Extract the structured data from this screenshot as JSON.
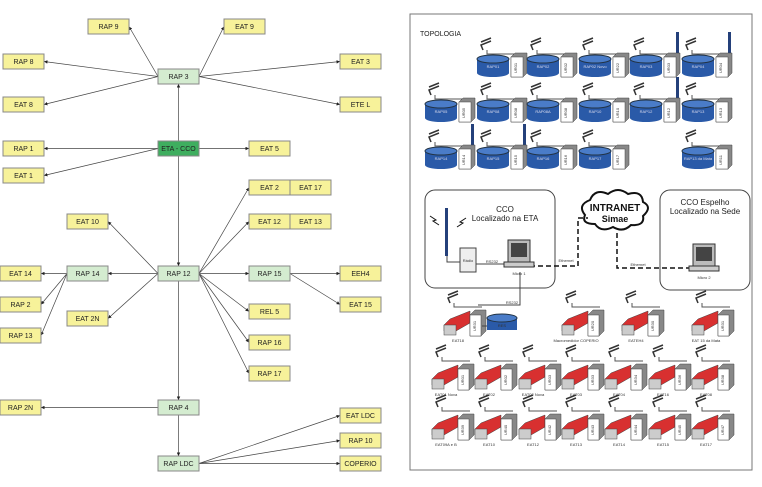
{
  "colors": {
    "leaf": "#f7f29a",
    "hub": "#d4ecd0",
    "root": "#3fae5f",
    "tank": "#2a5aa8",
    "roof": "#d83030"
  },
  "hierarchy": {
    "nodes": [
      {
        "id": "rap9",
        "label": "RAP 9",
        "kind": "leaf"
      },
      {
        "id": "eat9",
        "label": "EAT 9",
        "kind": "leaf"
      },
      {
        "id": "rap8",
        "label": "RAP 8",
        "kind": "leaf"
      },
      {
        "id": "rap3",
        "label": "RAP 3",
        "kind": "hub"
      },
      {
        "id": "eat3",
        "label": "EAT 3",
        "kind": "leaf"
      },
      {
        "id": "eat8",
        "label": "EAT 8",
        "kind": "leaf"
      },
      {
        "id": "etel",
        "label": "ETE L",
        "kind": "leaf"
      },
      {
        "id": "rap1",
        "label": "RAP 1",
        "kind": "leaf"
      },
      {
        "id": "etacco",
        "label": "ETA - CCO",
        "kind": "root"
      },
      {
        "id": "eat5",
        "label": "EAT 5",
        "kind": "leaf"
      },
      {
        "id": "eat1",
        "label": "EAT 1",
        "kind": "leaf"
      },
      {
        "id": "eat2",
        "label": "EAT 2",
        "kind": "leaf"
      },
      {
        "id": "eat17",
        "label": "EAT 17",
        "kind": "leaf"
      },
      {
        "id": "eat10",
        "label": "EAT 10",
        "kind": "leaf"
      },
      {
        "id": "eat12",
        "label": "EAT 12",
        "kind": "leaf"
      },
      {
        "id": "eat13",
        "label": "EAT 13",
        "kind": "leaf"
      },
      {
        "id": "eat14",
        "label": "EAT 14",
        "kind": "leaf"
      },
      {
        "id": "rap14",
        "label": "RAP 14",
        "kind": "hub"
      },
      {
        "id": "rap12",
        "label": "RAP 12",
        "kind": "hub"
      },
      {
        "id": "rap15",
        "label": "RAP 15",
        "kind": "hub"
      },
      {
        "id": "eeh4",
        "label": "EEH4",
        "kind": "leaf"
      },
      {
        "id": "rap2",
        "label": "RAP 2",
        "kind": "leaf"
      },
      {
        "id": "eat2n",
        "label": "EAT 2N",
        "kind": "leaf"
      },
      {
        "id": "eat15",
        "label": "EAT 15",
        "kind": "leaf"
      },
      {
        "id": "rel5",
        "label": "REL 5",
        "kind": "leaf"
      },
      {
        "id": "rap13",
        "label": "RAP 13",
        "kind": "leaf"
      },
      {
        "id": "rap16",
        "label": "RAP 16",
        "kind": "leaf"
      },
      {
        "id": "rap17",
        "label": "RAP 17",
        "kind": "leaf"
      },
      {
        "id": "rap2n",
        "label": "RAP 2N",
        "kind": "leaf"
      },
      {
        "id": "rap4",
        "label": "RAP 4",
        "kind": "hub"
      },
      {
        "id": "eatldc",
        "label": "EAT LDC",
        "kind": "leaf"
      },
      {
        "id": "rap10",
        "label": "RAP 10",
        "kind": "leaf"
      },
      {
        "id": "coperio",
        "label": "COPERIO",
        "kind": "leaf"
      },
      {
        "id": "rapldc",
        "label": "RAP LDC",
        "kind": "hub"
      }
    ],
    "edges": [
      [
        "etacco",
        "rap3"
      ],
      [
        "rap3",
        "rap9"
      ],
      [
        "rap3",
        "eat9"
      ],
      [
        "rap3",
        "rap8"
      ],
      [
        "rap3",
        "eat8"
      ],
      [
        "rap3",
        "eat3"
      ],
      [
        "rap3",
        "etel"
      ],
      [
        "etacco",
        "rap1"
      ],
      [
        "etacco",
        "eat1"
      ],
      [
        "etacco",
        "eat5"
      ],
      [
        "etacco",
        "rap12"
      ],
      [
        "rap12",
        "eat10"
      ],
      [
        "rap12",
        "eat2"
      ],
      [
        "rap12",
        "eat12"
      ],
      [
        "rap12",
        "rap14"
      ],
      [
        "rap12",
        "eat2n"
      ],
      [
        "rap12",
        "rap15"
      ],
      [
        "rap12",
        "rel5"
      ],
      [
        "rap12",
        "rap16"
      ],
      [
        "rap12",
        "rap17"
      ],
      [
        "rap12",
        "rap4"
      ],
      [
        "rap14",
        "eat14"
      ],
      [
        "rap14",
        "rap2"
      ],
      [
        "rap14",
        "rap13"
      ],
      [
        "rap15",
        "eeh4"
      ],
      [
        "rap15",
        "eat15"
      ],
      [
        "rap4",
        "rap2n"
      ],
      [
        "rap4",
        "rapldc"
      ],
      [
        "rapldc",
        "eatldc"
      ],
      [
        "rapldc",
        "rap10"
      ],
      [
        "rapldc",
        "coperio"
      ]
    ]
  },
  "topology": {
    "title": "TOPOLOGIA",
    "reservoirs": [
      {
        "label": "RAP01",
        "ur": "UR01",
        "antenna": "radio"
      },
      {
        "label": "RAP02",
        "ur": "UR02",
        "antenna": "radio"
      },
      {
        "label": "RAP02 Novo",
        "ur": "UR22",
        "antenna": "radio"
      },
      {
        "label": "RAP03",
        "ur": "UR03",
        "antenna": "mast"
      },
      {
        "label": "RAP04",
        "ur": "UR04",
        "antenna": "mast"
      },
      {
        "label": "RAP05",
        "ur": "UR05",
        "antenna": "radio"
      },
      {
        "label": "RAP08",
        "ur": "UR08",
        "antenna": "radio"
      },
      {
        "label": "RAP08A",
        "ur": "UR08",
        "antenna": "radio"
      },
      {
        "label": "RAP10",
        "ur": "UR10",
        "antenna": "radio"
      },
      {
        "label": "RAP12",
        "ur": "UR12",
        "antenna": "mast"
      },
      {
        "label": "RAP13",
        "ur": "UR13",
        "antenna": "radio"
      },
      {
        "label": "RAP14",
        "ur": "UR14",
        "antenna": "mast"
      },
      {
        "label": "RAP15",
        "ur": "UR15",
        "antenna": "mast"
      },
      {
        "label": "RAP16",
        "ur": "UR16",
        "antenna": "radio"
      },
      {
        "label": "RAP17",
        "ur": "UR17",
        "antenna": "radio"
      },
      {
        "label": "RAP13 da Mata",
        "ur": "UR11",
        "antenna": "radio"
      }
    ],
    "cco": {
      "title": "CCO",
      "subtitle": "Localizado na ETA",
      "radio": "Rádio",
      "pc": "Micro 1",
      "rs232": "RS232"
    },
    "cco_mirror": {
      "title": "CCO Espelho",
      "subtitle": "Localizado na Sede",
      "pc": "Micro 2"
    },
    "cloud": {
      "line1": "INTRANET",
      "line2": "Simae"
    },
    "ethernet_label": "Ethernet",
    "rs232_label": "RS232",
    "special_stations": [
      {
        "label": "EAT18",
        "ur": "UR31",
        "tank": "RES"
      },
      {
        "label": "Macromedidor COPERIO",
        "ur": "UR20"
      },
      {
        "label": "EATEH4",
        "ur": "UR30"
      },
      {
        "label": "EAT 15 da Mata",
        "ur": "UR31"
      }
    ],
    "stations": [
      {
        "label": "EAT01 Nova",
        "ur": "UR01"
      },
      {
        "label": "EAT02",
        "ur": "UR02"
      },
      {
        "label": "EAT02 Nova",
        "ur": "UR03"
      },
      {
        "label": "EAT03",
        "ur": "UR33"
      },
      {
        "label": "EAT04",
        "ur": "UR34"
      },
      {
        "label": "EAT16",
        "ur": "UR36"
      },
      {
        "label": "EAT08",
        "ur": "UR38"
      },
      {
        "label": "EAT09A e B",
        "ur": "UR39"
      },
      {
        "label": "EAT10",
        "ur": "UR40"
      },
      {
        "label": "EAT12",
        "ur": "UR42"
      },
      {
        "label": "EAT13",
        "ur": "UR43"
      },
      {
        "label": "EAT14",
        "ur": "UR44"
      },
      {
        "label": "EAT15",
        "ur": "UR45"
      },
      {
        "label": "EAT17",
        "ur": "UR47"
      }
    ]
  }
}
